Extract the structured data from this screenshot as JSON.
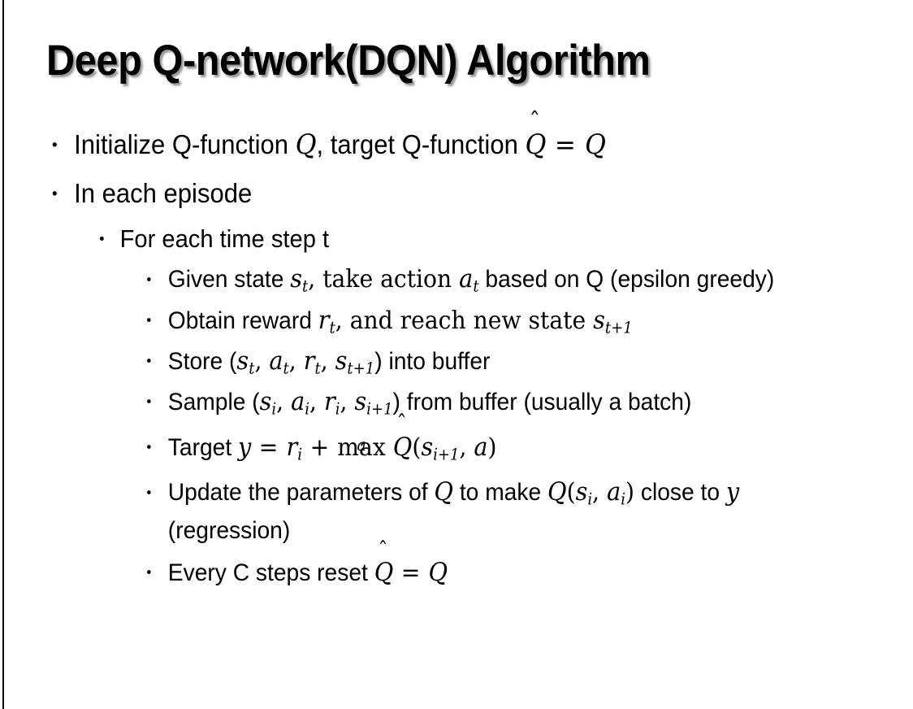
{
  "slide": {
    "title": "Deep Q-network(DQN) Algorithm",
    "background_color": "#ffffff",
    "text_color": "#000000",
    "border_color": "#000000",
    "bullet_glyph": "•"
  },
  "bullets": {
    "b1": {
      "level": 1,
      "pre": "Initialize Q-function ",
      "var_q1": "Q",
      "mid": ", target Q-function ",
      "hat_q": "Q",
      "hat_mark": "ˆ",
      "equals": " = ",
      "var_q2": "Q"
    },
    "b2": {
      "level": 1,
      "text": "In each episode"
    },
    "b3": {
      "level": 2,
      "text": "For each time step t"
    },
    "b4": {
      "level": 3,
      "pre": "Given state ",
      "var_s": "s",
      "sub_s": "t",
      "mid": ", take action ",
      "var_a": "a",
      "sub_a": "t",
      "post": " based on Q (epsilon greedy)"
    },
    "b5": {
      "level": 3,
      "pre": "Obtain reward ",
      "var_r": "r",
      "sub_r": "t",
      "mid": ", and reach new state ",
      "var_s": "s",
      "sub_s": "t+1"
    },
    "b6": {
      "level": 3,
      "pre": "Store (",
      "var_s1": "s",
      "sub_s1": "t",
      "sep1": ", ",
      "var_a": "a",
      "sub_a": "t",
      "sep2": ", ",
      "var_r": "r",
      "sub_r": "t",
      "sep3": ", ",
      "var_s2": "s",
      "sub_s2": "t+1",
      "post": ") into buffer"
    },
    "b7": {
      "level": 3,
      "pre": "Sample (",
      "var_s1": "s",
      "sub_s1": "i",
      "sep1": ", ",
      "var_a": "a",
      "sub_a": "i",
      "sep2": ", ",
      "var_r": "r",
      "sub_r": "i",
      "sep3": ", ",
      "var_s2": "s",
      "sub_s2": "i+1",
      "post": ") from buffer (usually a batch)"
    },
    "b8": {
      "level": 3,
      "pre": "Target ",
      "var_y": "y",
      "equals": " = ",
      "var_r": "r",
      "sub_r": "i",
      "plus": " + ",
      "max_op": "max",
      "max_under": "a",
      "hat_q": "Q",
      "hat_mark": "ˆ",
      "open": "(",
      "var_s": "s",
      "sub_s": "i+1",
      "comma": ", ",
      "var_a": "a",
      "close": ")"
    },
    "b9": {
      "level": 3,
      "pre": "Update the parameters of ",
      "var_q1": "Q",
      "mid": " to make ",
      "var_q2": "Q",
      "open": "(",
      "var_s": "s",
      "sub_s": "i",
      "comma": ", ",
      "var_a": "a",
      "sub_a": "i",
      "close": ")",
      "post": " close to ",
      "var_y": "y",
      "tail": " (regression)"
    },
    "b10": {
      "level": 3,
      "pre": "Every C steps reset ",
      "hat_q": "Q",
      "hat_mark": "ˆ",
      "equals": " = ",
      "var_q": "Q"
    }
  }
}
